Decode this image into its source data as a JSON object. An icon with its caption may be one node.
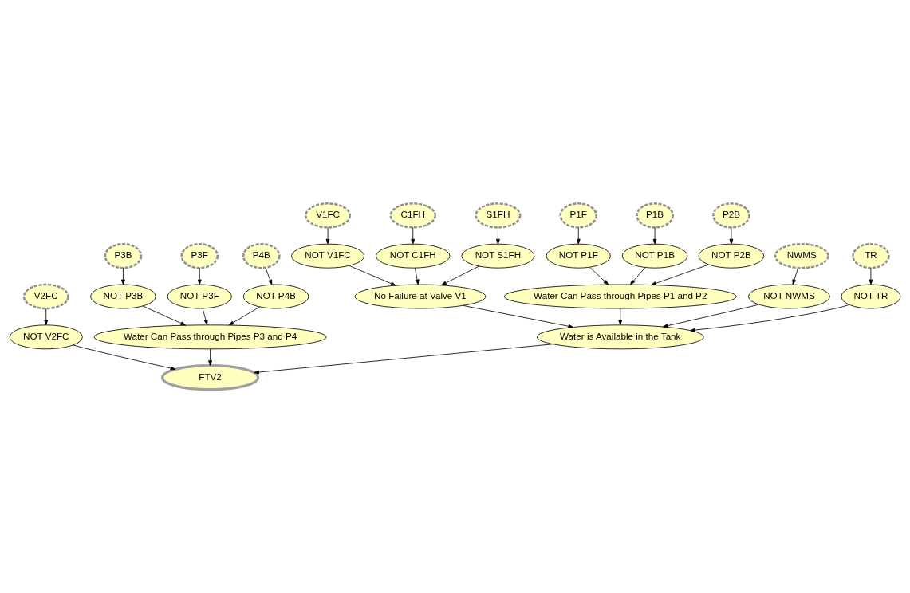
{
  "diagram": {
    "nodes": [
      {
        "text": [
          "P1B"
        ]
      },
      {
        "text": [
          "S1FH"
        ]
      },
      {
        "text": [
          "P2B"
        ]
      },
      {
        "text": [
          "P1F"
        ]
      },
      {
        "text": [
          "V1FC"
        ]
      },
      {
        "text": [
          "C1FH"
        ]
      },
      {
        "text": [
          "NOT P1B"
        ]
      },
      {
        "text": [
          "NOT S1FH"
        ]
      },
      {
        "text": [
          "NOT P2B"
        ]
      },
      {
        "text": [
          "NOT P1F"
        ]
      },
      {
        "text": [
          "NOT V1FC"
        ]
      },
      {
        "text": [
          "NOT C1FH"
        ]
      },
      {
        "text": [
          "Water Can Pass through Pipes P1 and P2"
        ]
      },
      {
        "text": [
          "NWMS"
        ]
      },
      {
        "text": [
          "P3F"
        ]
      },
      {
        "text": [
          "P4B"
        ]
      },
      {
        "text": [
          "TR"
        ]
      },
      {
        "text": [
          "P3B"
        ]
      },
      {
        "text": [
          "NOT P3F"
        ]
      },
      {
        "text": [
          "NOT P4B"
        ]
      },
      {
        "text": [
          "No Failure at Valve V1"
        ]
      },
      {
        "text": [
          "NOT NWMS"
        ]
      },
      {
        "text": [
          "V2FC"
        ]
      },
      {
        "text": [
          "NOT P3B"
        ]
      },
      {
        "text": [
          "NOT TR"
        ]
      },
      {
        "text": [
          "NOT V2FC"
        ]
      },
      {
        "text": [
          "Water Can Pass through Pipes P3 and P4"
        ]
      },
      {
        "text": [
          "Water is Available in the Tank"
        ]
      },
      {
        "text": [
          "FTV2"
        ]
      }
    ],
    "edges": [
      {
        "from": 0,
        "to": 6,
        "arrow": "to"
      },
      {
        "from": 1,
        "to": 7,
        "arrow": "to"
      },
      {
        "from": 2,
        "to": 8,
        "arrow": "to"
      },
      {
        "from": 3,
        "to": 9,
        "arrow": "to"
      },
      {
        "from": 4,
        "to": 10,
        "arrow": "to"
      },
      {
        "from": 5,
        "to": 11,
        "arrow": "to"
      },
      {
        "from": 6,
        "to": 12,
        "arrow": "to"
      },
      {
        "from": 8,
        "to": 12,
        "arrow": "to"
      },
      {
        "from": 9,
        "to": 12,
        "arrow": "to"
      },
      {
        "from": 10,
        "to": 20,
        "arrow": "to"
      },
      {
        "from": 11,
        "to": 20,
        "arrow": "to"
      },
      {
        "from": 7,
        "to": 20,
        "arrow": "to"
      },
      {
        "from": 13,
        "to": 21,
        "arrow": "to"
      },
      {
        "from": 16,
        "to": 24,
        "arrow": "to"
      },
      {
        "from": 14,
        "to": 18,
        "arrow": "to"
      },
      {
        "from": 15,
        "to": 19,
        "arrow": "to"
      },
      {
        "from": 17,
        "to": 23,
        "arrow": "to"
      },
      {
        "from": 22,
        "to": 25,
        "arrow": "to"
      },
      {
        "from": 23,
        "to": 26,
        "arrow": "to"
      },
      {
        "from": 18,
        "to": 26,
        "arrow": "to"
      },
      {
        "from": 19,
        "to": 26,
        "arrow": "to"
      },
      {
        "from": 20,
        "to": 27,
        "arrow": "to"
      },
      {
        "from": 12,
        "to": 27,
        "arrow": "to"
      },
      {
        "from": 21,
        "to": 27,
        "arrow": "to"
      },
      {
        "from": 24,
        "to": 27,
        "arrow": "to"
      },
      {
        "from": 25,
        "to": 28,
        "arrow": "to"
      },
      {
        "from": 26,
        "to": 28,
        "arrow": "to"
      },
      {
        "from": 27,
        "to": 28,
        "arrow": "to"
      }
    ]
  }
}
